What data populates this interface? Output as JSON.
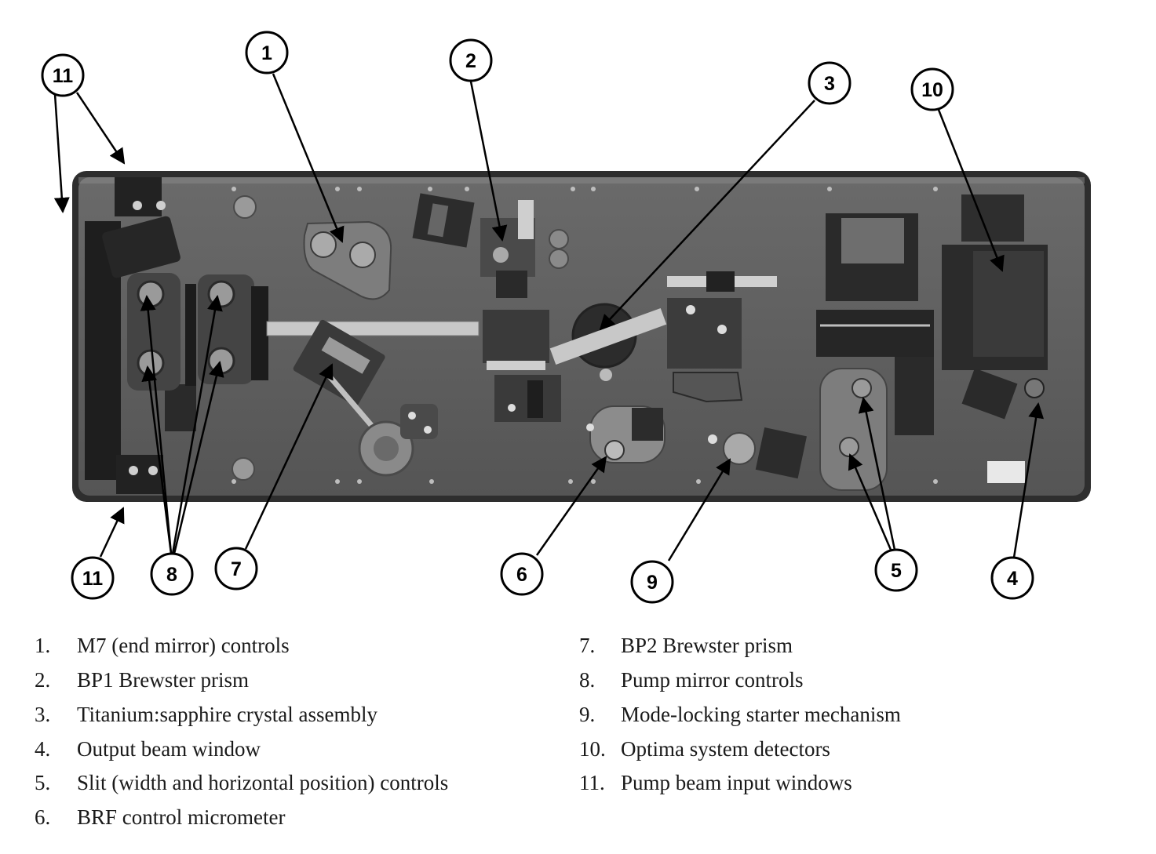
{
  "figure": {
    "callouts": [
      "1",
      "2",
      "3",
      "4",
      "5",
      "6",
      "7",
      "8",
      "9",
      "10",
      "11",
      "11"
    ]
  },
  "legend": {
    "left": [
      {
        "num": "1.",
        "text": "M7 (end mirror) controls"
      },
      {
        "num": "2.",
        "text": "BP1 Brewster prism"
      },
      {
        "num": "3.",
        "text": "Titanium:sapphire crystal assembly"
      },
      {
        "num": "4.",
        "text": "Output beam window"
      },
      {
        "num": "5.",
        "text": "Slit (width and horizontal position) controls"
      },
      {
        "num": "6.",
        "text": "BRF control micrometer"
      }
    ],
    "right": [
      {
        "num": "7.",
        "text": "BP2 Brewster prism"
      },
      {
        "num": "8.",
        "text": "Pump mirror controls"
      },
      {
        "num": "9.",
        "text": "Mode-locking starter mechanism"
      },
      {
        "num": "10.",
        "text": "Optima system detectors"
      },
      {
        "num": "11.",
        "text": "Pump beam input windows"
      }
    ]
  },
  "colors": {
    "plate": "#5e5e5e",
    "plate_edge": "#3a3a3a",
    "component_dark": "#2f2f2f",
    "component_mid": "#7a7a7a",
    "component_light": "#bdbdbd",
    "leader": "#000000"
  }
}
